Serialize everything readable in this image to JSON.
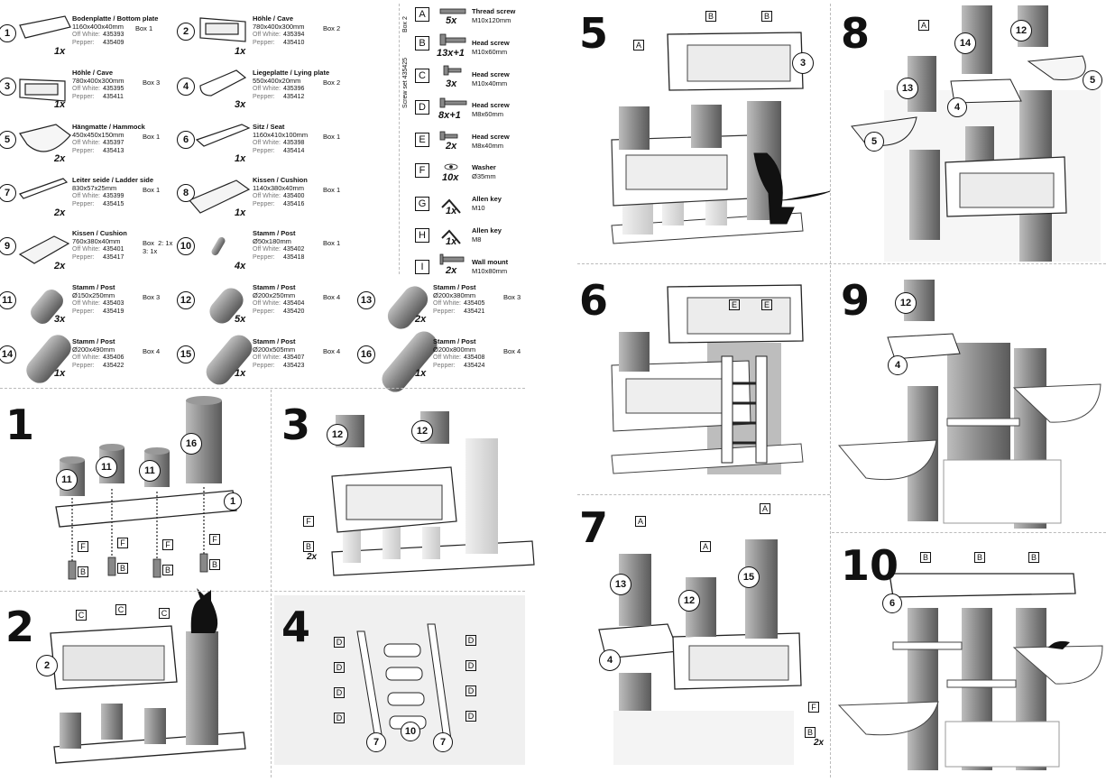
{
  "parts": [
    {
      "num": "1",
      "title": "Bodenplatte / Bottom plate",
      "dim": "1160x400x40mm",
      "ow_label": "Off White:",
      "ow": "435393",
      "pe_label": "Pepper:",
      "pe": "435409",
      "box": "Box  1",
      "qty": "1x"
    },
    {
      "num": "2",
      "title": "Höhle / Cave",
      "dim": "780x400x300mm",
      "ow_label": "Off White:",
      "ow": "435394",
      "pe_label": "Pepper:",
      "pe": "435410",
      "box": "Box  2",
      "qty": "1x"
    },
    {
      "num": "3",
      "title": "Höhle / Cave",
      "dim": "780x400x300mm",
      "ow_label": "Off White:",
      "ow": "435395",
      "pe_label": "Pepper:",
      "pe": "435411",
      "box": "Box  3",
      "qty": "1x"
    },
    {
      "num": "4",
      "title": "Liegeplatte / Lying plate",
      "dim": "550x400x20mm",
      "ow_label": "Off White:",
      "ow": "435396",
      "pe_label": "Pepper:",
      "pe": "435412",
      "box": "Box  2",
      "qty": "3x"
    },
    {
      "num": "5",
      "title": "Hängmatte / Hammock",
      "dim": "450x450x150mm",
      "ow_label": "Off White:",
      "ow": "435397",
      "pe_label": "Pepper:",
      "pe": "435413",
      "box": "Box  1",
      "qty": "2x"
    },
    {
      "num": "6",
      "title": "Sitz / Seat",
      "dim": "1160x410x100mm",
      "ow_label": "Off White:",
      "ow": "435398",
      "pe_label": "Pepper:",
      "pe": "435414",
      "box": "Box  1",
      "qty": "1x"
    },
    {
      "num": "7",
      "title": "Leiter seide / Ladder side",
      "dim": "830x57x25mm",
      "ow_label": "Off White:",
      "ow": "435399",
      "pe_label": "Pepper:",
      "pe": "435415",
      "box": "Box  1",
      "qty": "2x"
    },
    {
      "num": "8",
      "title": "Kissen / Cushion",
      "dim": "1140x380x40mm",
      "ow_label": "Off White:",
      "ow": "435400",
      "pe_label": "Pepper:",
      "pe": "435416",
      "box": "Box  1",
      "qty": "1x"
    },
    {
      "num": "9",
      "title": "Kissen / Cushion",
      "dim": "760x380x40mm",
      "ow_label": "Off White:",
      "ow": "435401",
      "pe_label": "Pepper:",
      "pe": "435417",
      "box": "Box  2: 1x\n3: 1x",
      "qty": "2x"
    },
    {
      "num": "10",
      "title": "Stamm / Post",
      "dim": "Ø50x180mm",
      "ow_label": "Off White:",
      "ow": "435402",
      "pe_label": "Pepper:",
      "pe": "435418",
      "box": "Box  1",
      "qty": "4x"
    },
    {
      "num": "11",
      "title": "Stamm / Post",
      "dim": "Ø150x250mm",
      "ow_label": "Off White:",
      "ow": "435403",
      "pe_label": "Pepper:",
      "pe": "435419",
      "box": "Box  3",
      "qty": "3x"
    },
    {
      "num": "12",
      "title": "Stamm / Post",
      "dim": "Ø200x250mm",
      "ow_label": "Off White:",
      "ow": "435404",
      "pe_label": "Pepper:",
      "pe": "435420",
      "box": "Box  4",
      "qty": "5x"
    },
    {
      "num": "13",
      "title": "Stamm / Post",
      "dim": "Ø200x380mm",
      "ow_label": "Off White:",
      "ow": "435405",
      "pe_label": "Pepper:",
      "pe": "435421",
      "box": "Box  3",
      "qty": "2x"
    },
    {
      "num": "14",
      "title": "Stamm / Post",
      "dim": "Ø200x490mm",
      "ow_label": "Off White:",
      "ow": "435406",
      "pe_label": "Pepper:",
      "pe": "435422",
      "box": "Box  4",
      "qty": "1x"
    },
    {
      "num": "15",
      "title": "Stamm / Post",
      "dim": "Ø200x505mm",
      "ow_label": "Off White:",
      "ow": "435407",
      "pe_label": "Pepper:",
      "pe": "435423",
      "box": "Box  4",
      "qty": "1x"
    },
    {
      "num": "16",
      "title": "Stamm / Post",
      "dim": "Ø200x800mm",
      "ow_label": "Off White:",
      "ow": "435408",
      "pe_label": "Pepper:",
      "pe": "435424",
      "box": "Box  4",
      "qty": "1x"
    }
  ],
  "hardware": {
    "box_label": "Box 2",
    "set_label": "Screw set 435425",
    "items": [
      {
        "letter": "A",
        "name": "Thread screw",
        "dim": "M10x120mm",
        "qty": "5x"
      },
      {
        "letter": "B",
        "name": "Head screw",
        "dim": "M10x60mm",
        "qty": "13x+1"
      },
      {
        "letter": "C",
        "name": "Head screw",
        "dim": "M10x40mm",
        "qty": "3x"
      },
      {
        "letter": "D",
        "name": "Head screw",
        "dim": "M8x60mm",
        "qty": "8x+1"
      },
      {
        "letter": "E",
        "name": "Head screw",
        "dim": "M8x40mm",
        "qty": "2x"
      },
      {
        "letter": "F",
        "name": "Washer",
        "dim": "Ø35mm",
        "qty": "10x"
      },
      {
        "letter": "G",
        "name": "Allen key",
        "dim": "M10",
        "qty": "1x"
      },
      {
        "letter": "H",
        "name": "Allen key",
        "dim": "M8",
        "qty": "1x"
      },
      {
        "letter": "I",
        "name": "Wall mount",
        "dim": "M10x80mm",
        "qty": "2x"
      }
    ]
  },
  "steps": [
    "1",
    "2",
    "3",
    "4",
    "5",
    "6",
    "7",
    "8",
    "9",
    "10"
  ],
  "callouts": {
    "s1_posts": [
      "11",
      "11",
      "11",
      "16"
    ],
    "s1_plate": "1",
    "s1_letters": [
      "F",
      "F",
      "F",
      "F",
      "B",
      "B",
      "B",
      "B"
    ],
    "s2_cave": "2",
    "s2_letters": [
      "C",
      "C",
      "C"
    ],
    "s3_posts": [
      "12",
      "12"
    ],
    "s3_letters": [
      "F",
      "B"
    ],
    "s3_qty": "2x",
    "s4_parts": [
      "7",
      "10",
      "7"
    ],
    "s4_letters": [
      "D",
      "D",
      "D",
      "D",
      "D",
      "D",
      "D",
      "D"
    ],
    "s5_cave": "3",
    "s5_letters": [
      "A",
      "B",
      "B"
    ],
    "s6_letters": [
      "E",
      "E"
    ],
    "s7_posts": [
      "13",
      "12",
      "15"
    ],
    "s7_plate": "4",
    "s7_letters": [
      "A",
      "A",
      "A",
      "F",
      "B"
    ],
    "s7_qty": "2x",
    "s8_parts": [
      "14",
      "12",
      "13",
      "4",
      "5",
      "5"
    ],
    "s8_letters": [
      "A"
    ],
    "s9_parts": [
      "12",
      "4"
    ],
    "s10_seat": "6",
    "s10_letters": [
      "B",
      "B",
      "B"
    ]
  }
}
